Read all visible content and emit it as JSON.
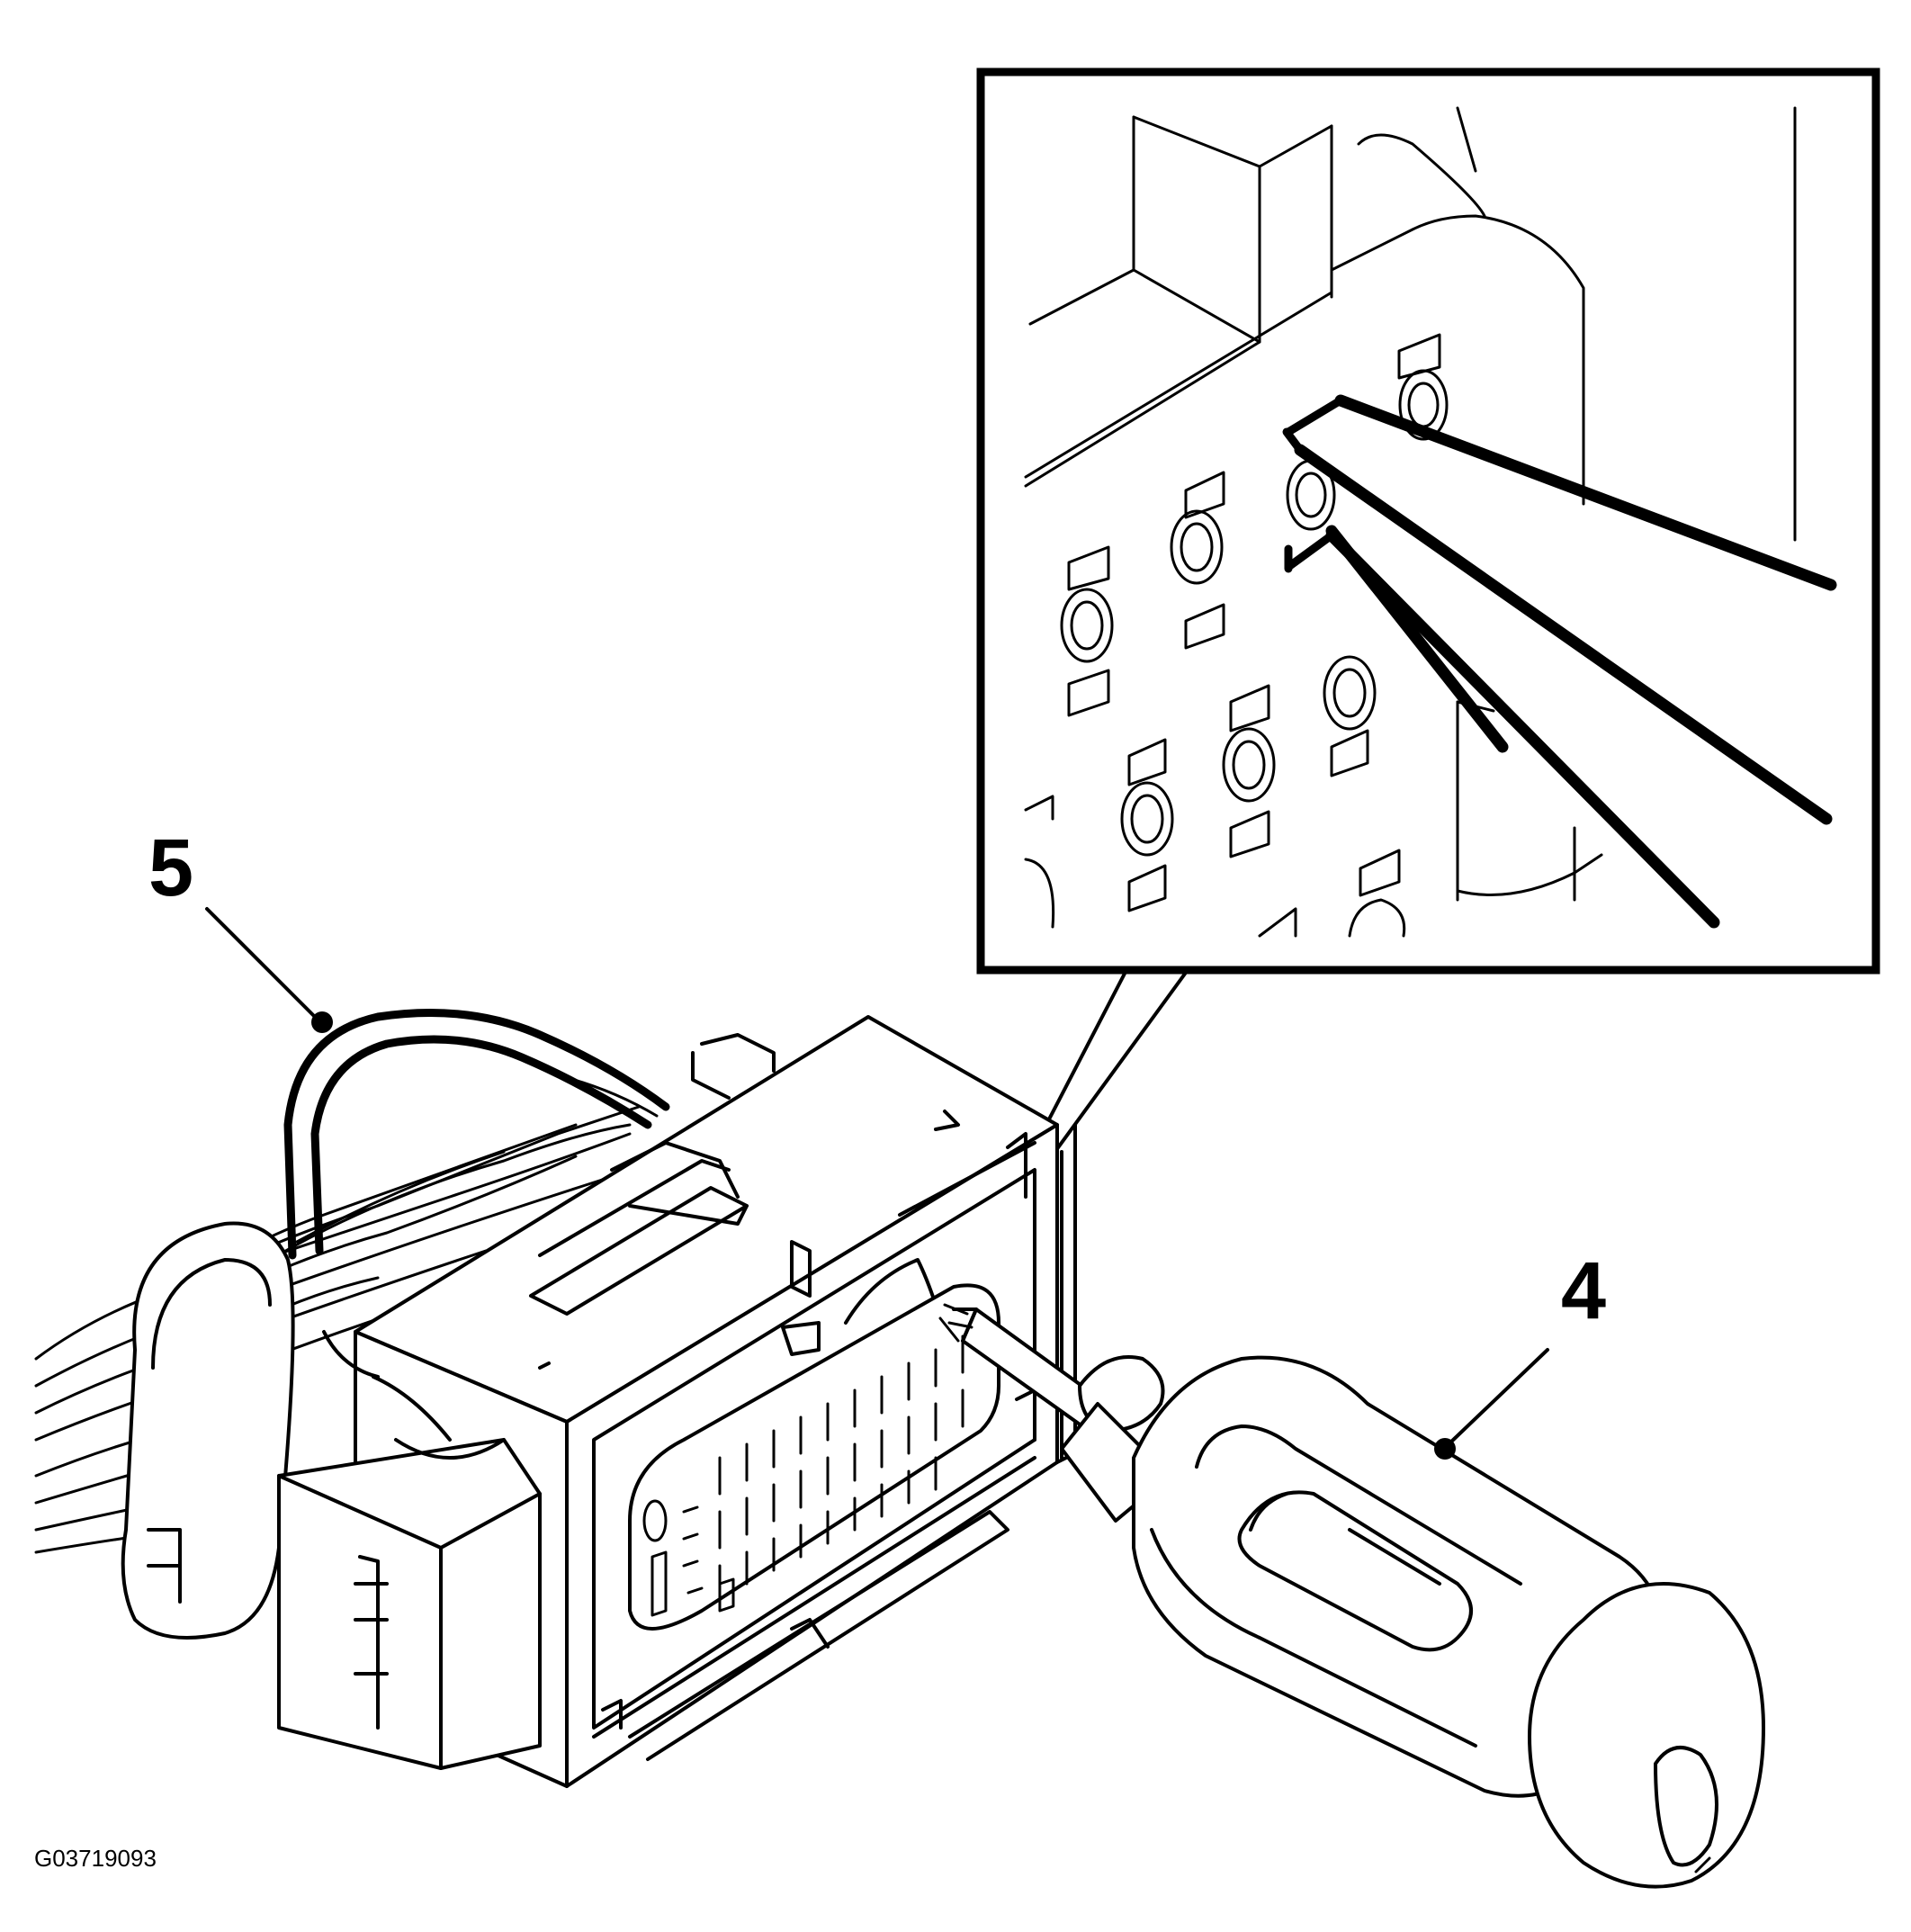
{
  "figure": {
    "id_label": "G03719093",
    "callouts": [
      {
        "number": "5",
        "target": "harness-wire"
      },
      {
        "number": "4",
        "target": "screwdriver"
      }
    ]
  }
}
